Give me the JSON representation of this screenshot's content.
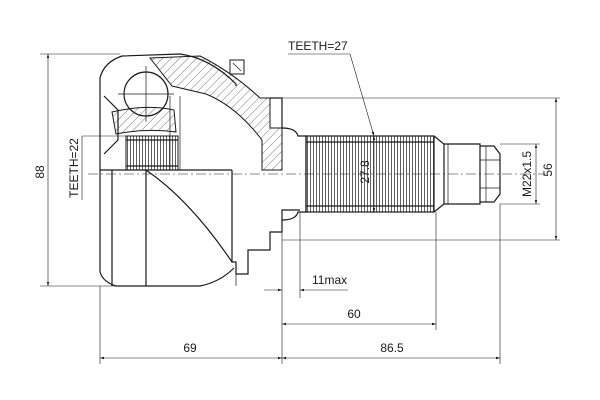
{
  "labels": {
    "teeth_outer": "TEETH=27",
    "teeth_inner": "TEETH=22",
    "spline_dia": "27.8",
    "thread": "M22x1.5",
    "height_overall": "88",
    "height_shaft": "56",
    "abs_max": "11max",
    "len_shaft": "60",
    "len_bell": "69",
    "len_stem": "86.5"
  }
}
